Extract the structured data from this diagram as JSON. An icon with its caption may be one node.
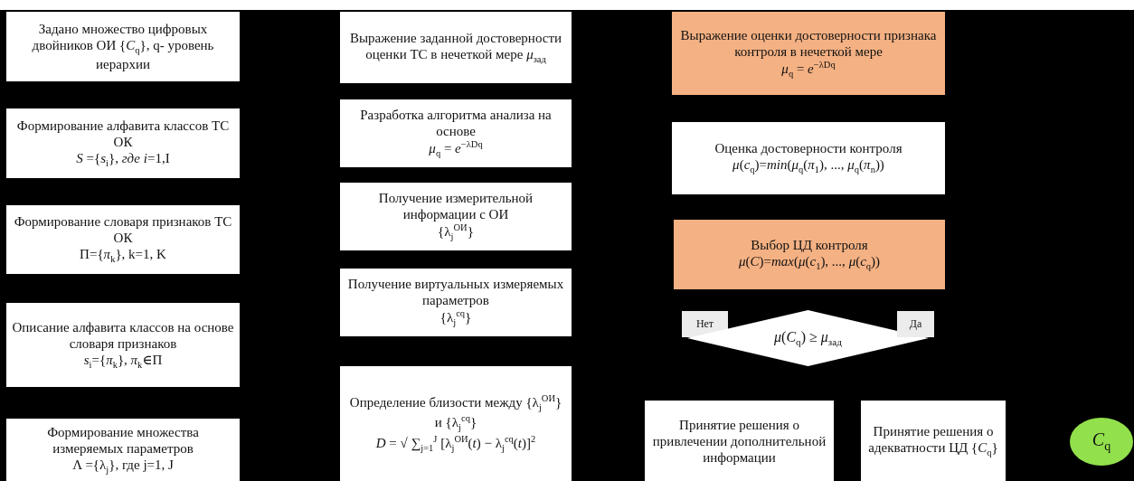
{
  "diagram": {
    "nodes": [
      {
        "text": [
          "Задано множество цифровых двойников ОИ {*C*$_{q}$}, q- уровень иерархии"
        ]
      },
      {
        "text": [
          "Формирование алфавита классов ТС ОК",
          "*S* ={*s*$_{i}$}, *где i*=1,I"
        ]
      },
      {
        "text": [
          "Формирование словаря признаков ТС ОК",
          "П={*π*$_{k}$}, k=1, K"
        ]
      },
      {
        "text": [
          "Описание алфавита классов на основе словаря признаков",
          "*s*$_{i}$={*π*$_{k}$}, *π*$_{k}$∈П"
        ]
      },
      {
        "text": [
          "Формирование множества измеряемых параметров",
          "Λ ={λ$_{j}$}, где j=1, J"
        ]
      },
      {
        "text": [
          "Выражение заданной достоверности оценки ТС в нечеткой мере *μ*$_{зад}$"
        ]
      },
      {
        "text": [
          "Разработка алгоритма анализа на основе",
          "*μ*$_{q}$ = *e*$^{−λDq}$"
        ]
      },
      {
        "text": [
          "Получение измерительной информации с ОИ",
          "{λ$_{j}$$^{ОИ}$}"
        ]
      },
      {
        "text": [
          "Получение виртуальных измеряемых параметров",
          "{λ$_{j}$$^{cq}$}"
        ]
      },
      {
        "text": [
          "Определение близости между {λ$_{j}$$^{ОИ}$} и {λ$_{j}$$^{cq}$}",
          "*D* = √ ∑$_{j=1}$$^{J}$ [λ$_{j}$$^{ОИ}$(*t*) − λ$_{j}$$^{cq}$(*t*)]$^{2}$"
        ]
      },
      {
        "text": [
          "Выражение оценки достоверности признака контроля в нечеткой мере",
          "*μ*$_{q}$ = *e*$^{−λDq}$"
        ]
      },
      {
        "text": [
          "Оценка достоверности контроля",
          "*μ*(*c*$_{q}$)=*min*(*μ*$_{q}$(*π*$_{1}$), ..., *μ*$_{q}$(*π*$_{n}$))"
        ]
      },
      {
        "text": [
          "Выбор ЦД контроля",
          "*μ*(*C*)=*max*(*μ*(*c*$_{1}$), ..., *μ*(*c*$_{q}$))"
        ]
      },
      {
        "text": [
          "Нет"
        ]
      },
      {
        "text": [
          "*μ*(*C*$_{q}$) ≥ *μ*$_{зад}$"
        ]
      },
      {
        "text": [
          "Да"
        ]
      },
      {
        "text": [
          "Принятие решения о привлечении дополнительной информации"
        ]
      },
      {
        "text": [
          "Принятие решения о адекватности ЦД {*C*$_{q}$}"
        ]
      },
      {
        "text": [
          "*C*$_{q}$"
        ]
      }
    ]
  }
}
